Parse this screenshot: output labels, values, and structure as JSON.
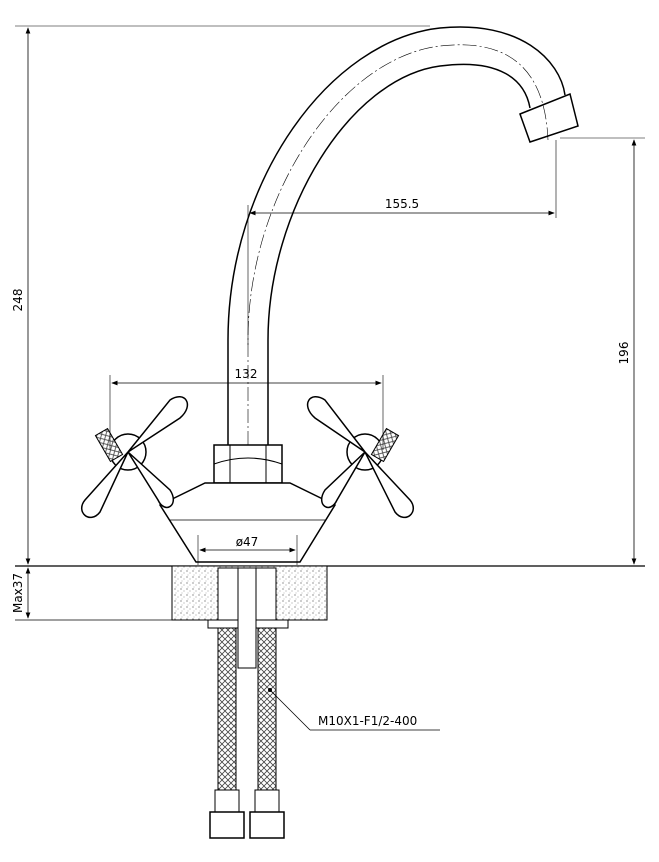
{
  "dimensions": {
    "total_height": "248",
    "spout_reach": "155.5",
    "spout_clearance": "196",
    "handle_span": "132",
    "base_diameter": "ø47",
    "max_counter_thickness": "Max37"
  },
  "hose_spec": "M10X1-F1/2-400",
  "colors": {
    "line": "#000000",
    "background": "#ffffff",
    "hatch": "#777777"
  }
}
